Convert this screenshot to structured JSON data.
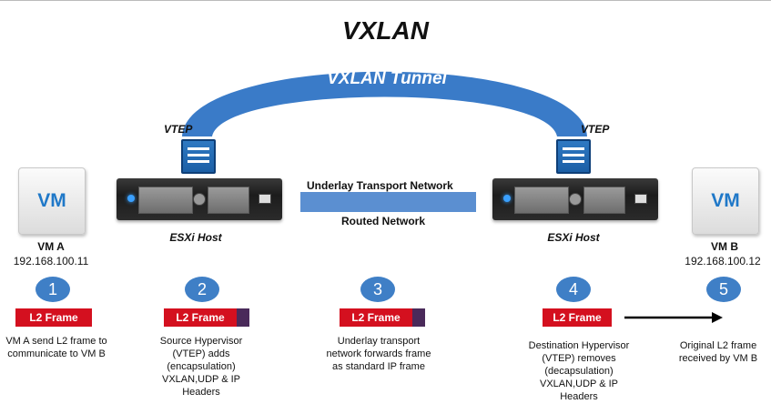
{
  "title": "VXLAN",
  "tunnel": {
    "label": "VXLAN Tunnel",
    "color": "#3a7bc8"
  },
  "vtep": {
    "left_label": "VTEP",
    "right_label": "VTEP"
  },
  "hosts": {
    "left_label": "ESXi Host",
    "right_label": "ESXi Host"
  },
  "network": {
    "top_label": "Underlay Transport Network",
    "bottom_label": "Routed Network"
  },
  "vm_a": {
    "icon_text": "VM",
    "name": "VM A",
    "ip": "192.168.100.11"
  },
  "vm_b": {
    "icon_text": "VM",
    "name": "VM B",
    "ip": "192.168.100.12"
  },
  "steps": [
    {
      "num": "1",
      "frame": "L2 Frame",
      "desc": [
        "VM A send  L2 frame to",
        "communicate to VM B"
      ]
    },
    {
      "num": "2",
      "frame": "L2 Frame",
      "desc": [
        "Source Hypervisor",
        "(VTEP) adds",
        "(encapsulation)",
        "VXLAN,UDP & IP",
        "Headers"
      ]
    },
    {
      "num": "3",
      "frame": "L2 Frame",
      "desc": [
        "Underlay transport",
        "network forwards frame",
        "as standard IP frame"
      ]
    },
    {
      "num": "4",
      "frame": "L2 Frame",
      "desc": [
        "Destination Hypervisor",
        "(VTEP) removes",
        "(decapsulation)",
        "VXLAN,UDP & IP",
        "Headers"
      ]
    },
    {
      "num": "5",
      "desc": [
        "Original L2 frame",
        "received by VM B"
      ]
    }
  ],
  "colors": {
    "step_circle": "#3f7fc6",
    "frame_red": "#d4101f",
    "encap_header": "#4a2a5a",
    "vm_text": "#1f78c8"
  }
}
